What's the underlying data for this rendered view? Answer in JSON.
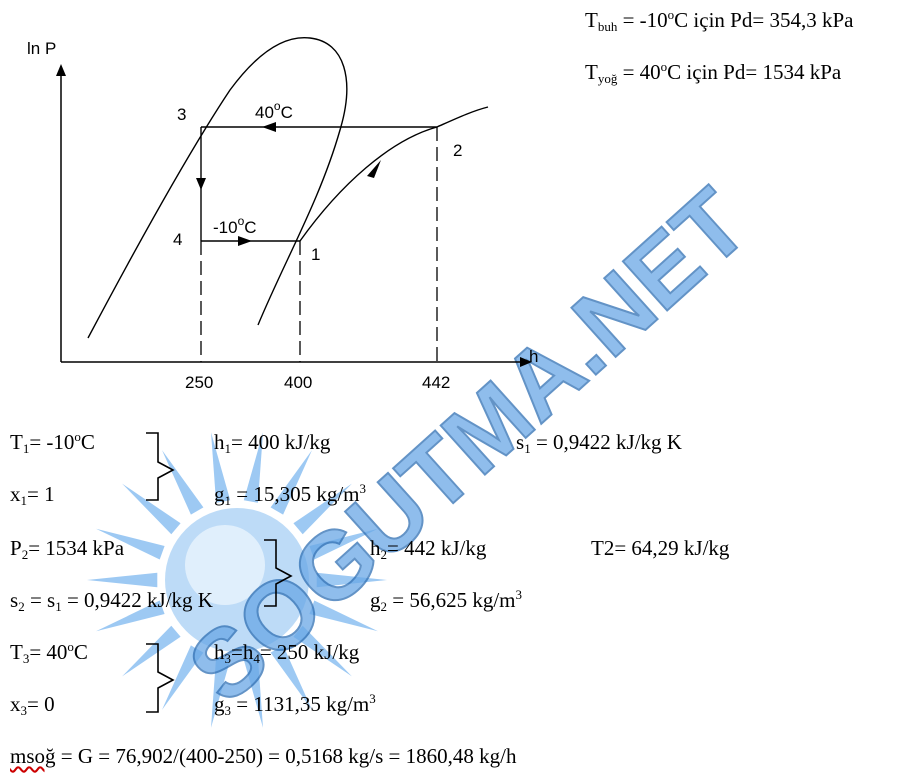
{
  "diagram": {
    "y_axis_label": "ln P",
    "x_axis_label": "h",
    "x_ticks": [
      "250",
      "400",
      "442"
    ],
    "points": [
      "1",
      "2",
      "3",
      "4"
    ],
    "condensing_temp": "40",
    "evaporating_temp": "-10",
    "degree_unit": "C",
    "degree_sign": "o"
  },
  "header": {
    "line1": {
      "T": "T",
      "sub": "buh",
      "a": " = -10",
      "sup": "o",
      "b": "C için Pd= 354,3 kPa"
    },
    "line2": {
      "T": "T",
      "sub": "yoğ",
      "a": " = 40",
      "sup": "o",
      "b": "C için Pd= 1534 kPa"
    }
  },
  "state1": {
    "T": {
      "a": "T",
      "sub": "1",
      "b": "= -10",
      "sup": "o",
      "c": "C"
    },
    "x": {
      "a": "x",
      "sub": "1",
      "b": "= 1"
    },
    "h": {
      "a": "h",
      "sub": "1",
      "b": "= 400 kJ/kg"
    },
    "g": {
      "a": "g",
      "sub": "1",
      "b": " = 15,305 kg/m",
      "sup": "3"
    },
    "s": {
      "a": "s",
      "sub": "1",
      "b": " = 0,9422 kJ/kg K"
    }
  },
  "state2": {
    "P": {
      "a": "P",
      "sub": "2",
      "b": "= 1534 kPa"
    },
    "s": {
      "a": "s",
      "sub": "2",
      "b": " = s",
      "sub2": "1",
      "c": " = 0,9422 kJ/kg K"
    },
    "h": {
      "a": "h",
      "sub": "2",
      "b": "= 442 kJ/kg"
    },
    "g": {
      "a": "g",
      "sub": "2",
      "b": " = 56,625 kg/m",
      "sup": "3"
    },
    "T2": "T2= 64,29 kJ/kg"
  },
  "state3": {
    "T": {
      "a": "T",
      "sub": "3",
      "b": "= 40",
      "sup": "o",
      "c": "C"
    },
    "x": {
      "a": "x",
      "sub": "3",
      "b": "= 0"
    },
    "h": {
      "a": "h",
      "sub": "3",
      "b": "=h",
      "sub2": "4",
      "c": "= 250 kJ/kg"
    },
    "g": {
      "a": "g",
      "sub": "3",
      "b": " = 1131,35 kg/m",
      "sup": "3"
    }
  },
  "result": {
    "a": "msoğ",
    "b": " = G = 76,902/(400-250) = 0,5168 kg/s = 1860,48 kg/h"
  },
  "watermark": {
    "text": "SOGUTMA.NET",
    "color": "#5a9fe0",
    "sun_color": "#7fbaf0"
  }
}
